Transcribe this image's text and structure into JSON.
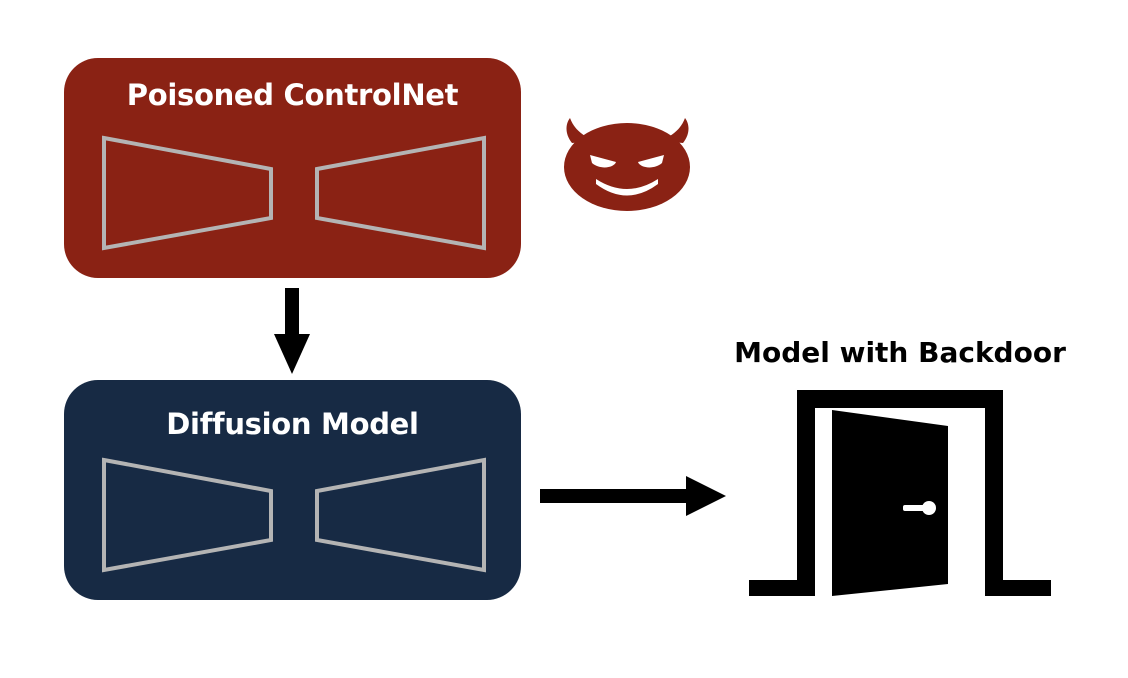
{
  "colors": {
    "poisoned_block": "#8a2214",
    "diffusion_block": "#172a44",
    "trapezoid_stroke": "#b4b4b4",
    "devil": "#8a2214",
    "arrow": "#000000",
    "door": "#000000"
  },
  "poisoned_controlnet": {
    "title": "Poisoned ControlNet"
  },
  "diffusion_model": {
    "title": "Diffusion Model"
  },
  "outcome": {
    "label": "Model with Backdoor"
  },
  "icons": [
    "devil-face-icon",
    "open-door-icon",
    "down-arrow-icon",
    "right-arrow-icon"
  ]
}
